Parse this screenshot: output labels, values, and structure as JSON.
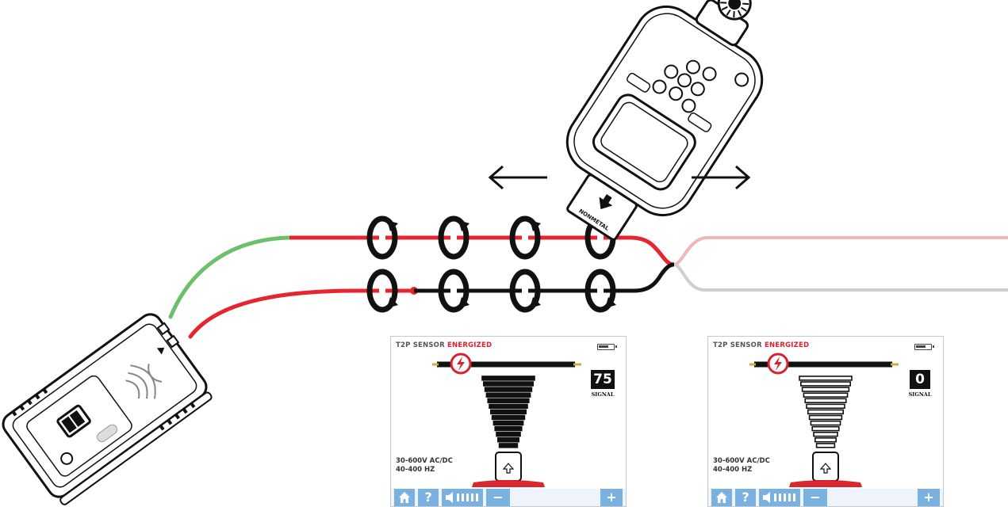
{
  "colors": {
    "red_lead": "#e8252f",
    "green_lead": "#6cc06a",
    "black_lead": "#111111",
    "energized": "#d6232c",
    "button_blue": "#7ab1e0",
    "sensor_base": "#d9262f"
  },
  "screens": [
    {
      "title": "T2P SENSOR",
      "status": "ENERGIZED",
      "signal_value": "75",
      "signal_label": "SIGNAL",
      "range_line1": "30-600V AC/DC",
      "range_line2": "40-400 HZ",
      "bars_filled": true,
      "icons": [
        "home-icon",
        "help-icon",
        "speaker-icon",
        "minus-icon",
        "plus-icon"
      ]
    },
    {
      "title": "T2P SENSOR",
      "status": "ENERGIZED",
      "signal_value": "0",
      "signal_label": "SIGNAL",
      "range_line1": "30-600V AC/DC",
      "range_line2": "40-400 HZ",
      "bars_filled": false,
      "icons": [
        "home-icon",
        "help-icon",
        "speaker-icon",
        "minus-icon",
        "plus-icon"
      ]
    }
  ],
  "buttons": {
    "help_label": "?",
    "minus_label": "−",
    "plus_label": "+"
  },
  "probe_label": "NONMETAL"
}
